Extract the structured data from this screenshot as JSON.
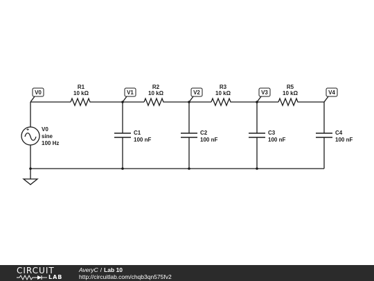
{
  "schematic": {
    "source": {
      "name": "V0",
      "kind": "sine",
      "freq": "100 Hz"
    },
    "resistors": [
      {
        "name": "R1",
        "value": "10 kΩ"
      },
      {
        "name": "R2",
        "value": "10 kΩ"
      },
      {
        "name": "R3",
        "value": "10 kΩ"
      },
      {
        "name": "R5",
        "value": "10 kΩ"
      }
    ],
    "capacitors": [
      {
        "name": "C1",
        "value": "100 nF"
      },
      {
        "name": "C2",
        "value": "100 nF"
      },
      {
        "name": "C3",
        "value": "100 nF"
      },
      {
        "name": "C4",
        "value": "100 nF"
      }
    ],
    "probes": [
      "V0",
      "V1",
      "V2",
      "V3",
      "V4"
    ]
  },
  "footer": {
    "logo_top": "CIRCUIT",
    "logo_bottom": "LAB",
    "author": "AveryC",
    "separator": "/",
    "project": "Lab 10",
    "url": "http://circuitlab.com/chqb3qn575fv2"
  }
}
